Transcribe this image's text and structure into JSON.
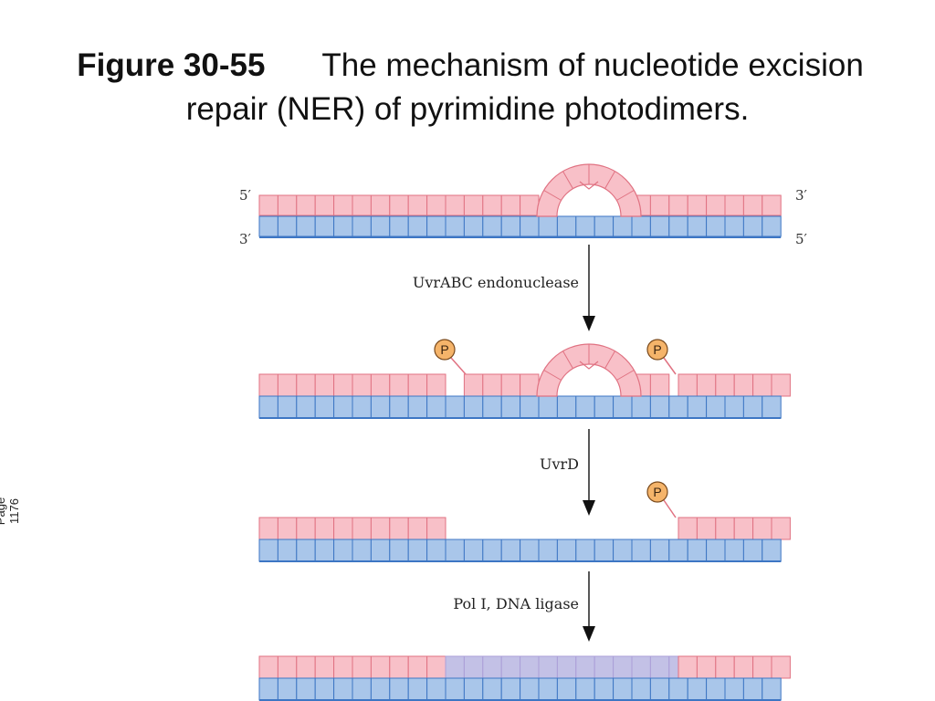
{
  "title": {
    "figure_label": "Figure 30-55",
    "line1": "The mechanism of nucleotide excision",
    "line2": "repair (NER) of pyrimidine photodimers."
  },
  "page_label": "Page 1176",
  "strand_ends": {
    "top_left": "5′",
    "top_right": "3′",
    "bottom_left": "3′",
    "bottom_right": "5′"
  },
  "steps": [
    {
      "enzyme": "UvrABC endonuclease"
    },
    {
      "enzyme": "UvrD"
    },
    {
      "enzyme": "Pol I, DNA ligase"
    }
  ],
  "phosphate_label": "P",
  "colors": {
    "template_strand": "#a9c6ea",
    "damaged_strand": "#f8c0c8",
    "repair_patch": "#c3c1e6",
    "phosphate": "#f5b46a"
  }
}
